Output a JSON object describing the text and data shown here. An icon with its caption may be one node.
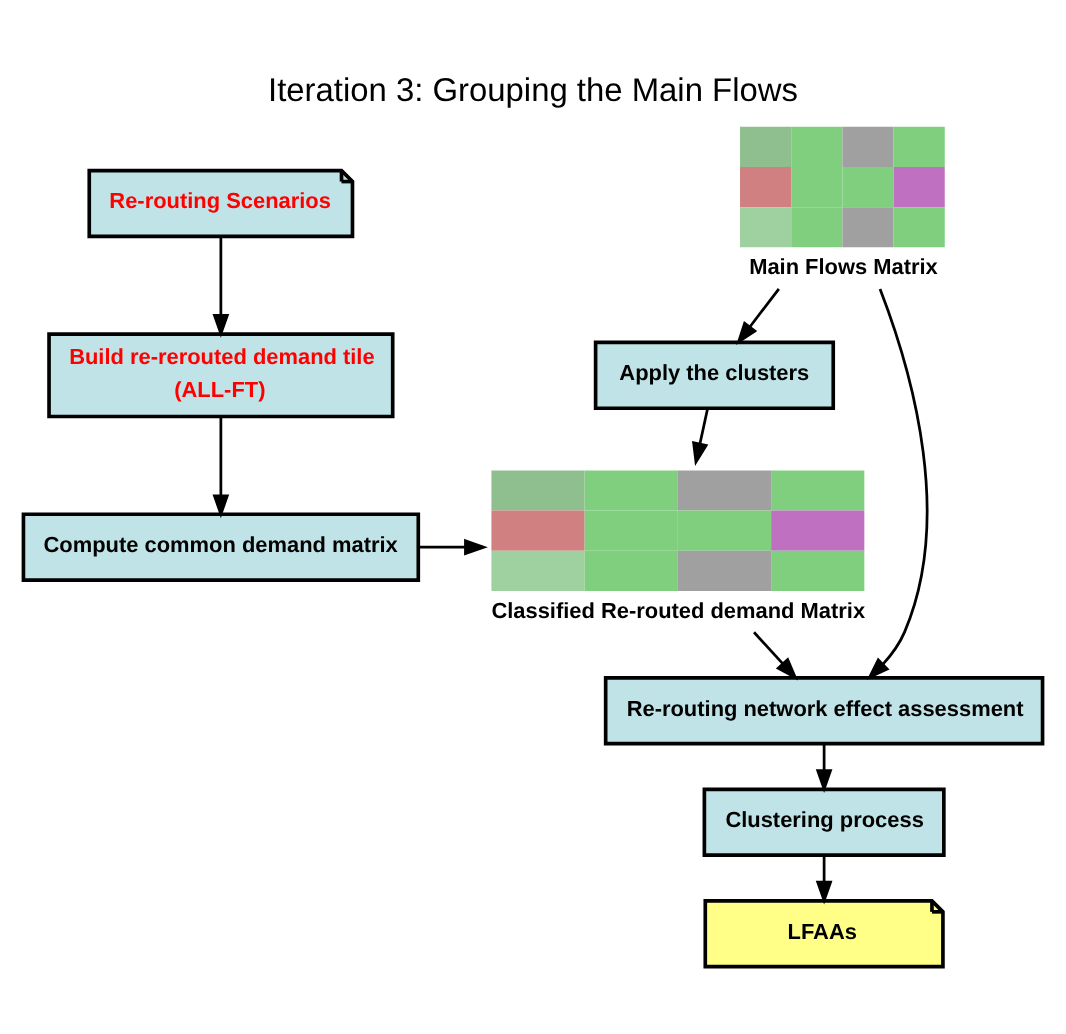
{
  "diagram": {
    "title": "Iteration 3: Grouping the Main Flows",
    "nodes": [
      {
        "text": [
          "Re-routing Scenarios"
        ]
      },
      {
        "text": [
          "Build re-rerouted demand tile",
          "(ALL-FT)"
        ]
      },
      {
        "text": [
          "Compute common demand matrix"
        ]
      },
      {
        "text": [],
        "shape": "picture",
        "beside": [
          "Main Flows Matrix"
        ]
      },
      {
        "text": [
          "Apply the clusters"
        ]
      },
      {
        "text": [],
        "shape": "picture",
        "beside": [
          "Classified Re-routed demand Matrix"
        ]
      },
      {
        "text": [
          "Re-routing network effect assessment"
        ]
      },
      {
        "text": [
          "Clustering process"
        ]
      },
      {
        "text": [
          "LFAAs"
        ]
      }
    ],
    "edges": [
      {
        "from": 0,
        "to": 1,
        "arrow": "to"
      },
      {
        "from": 1,
        "to": 2,
        "arrow": "to"
      },
      {
        "from": 2,
        "to": 5,
        "arrow": "to"
      },
      {
        "from": 3,
        "to": 4,
        "arrow": "to"
      },
      {
        "from": 4,
        "to": 5,
        "arrow": "to"
      },
      {
        "from": 3,
        "to": 6,
        "arrow": "to"
      },
      {
        "from": 5,
        "to": 6,
        "arrow": "to"
      },
      {
        "from": 6,
        "to": 7,
        "arrow": "to"
      },
      {
        "from": 7,
        "to": 8,
        "arrow": "to"
      }
    ]
  }
}
